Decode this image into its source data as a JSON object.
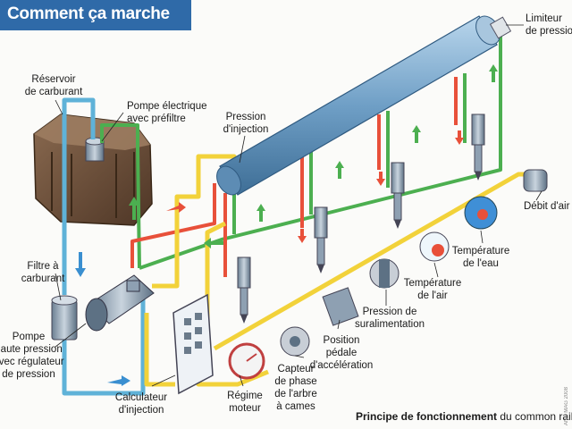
{
  "header": {
    "title": "Comment ça marche"
  },
  "labels": {
    "reservoir": [
      "Réservoir",
      "de carburant"
    ],
    "pompe_electrique": [
      "Pompe électrique",
      "avec préfiltre"
    ],
    "pression_injection": [
      "Pression",
      "d'injection"
    ],
    "limiteur": [
      "Limiteur",
      "de pression"
    ],
    "filtre": [
      "Filtre à",
      "carburant"
    ],
    "pompe_hp": [
      "Pompe",
      "haute pression",
      "avec régulateur",
      "de pression"
    ],
    "calculateur": [
      "Calculateur",
      "d'injection"
    ],
    "regime": [
      "Régime",
      "moteur"
    ],
    "capteur_phase": [
      "Capteur",
      "de phase",
      "de l'arbre",
      "à cames"
    ],
    "position_pedale": [
      "Position",
      "pédale",
      "d'accélération"
    ],
    "pression_suralim": [
      "Pression de",
      "suralimentation"
    ],
    "temp_air": [
      "Température",
      "de l'air"
    ],
    "temp_eau": [
      "Température",
      "de l'eau"
    ],
    "debit_air": "Débit d'air"
  },
  "caption": {
    "bold": "Principe de fonctionnement",
    "rest": " du common rail."
  },
  "credit": "ANR MAG 2008",
  "colors": {
    "title_bg": "#2f6aa8",
    "fuel_supply": "#5fb2d8",
    "fuel_return": "#4caf50",
    "high_pressure": "#e8503a",
    "signal": "#f2d23a",
    "rail": "#6f9fc6",
    "tank": "#6b4f3a"
  }
}
